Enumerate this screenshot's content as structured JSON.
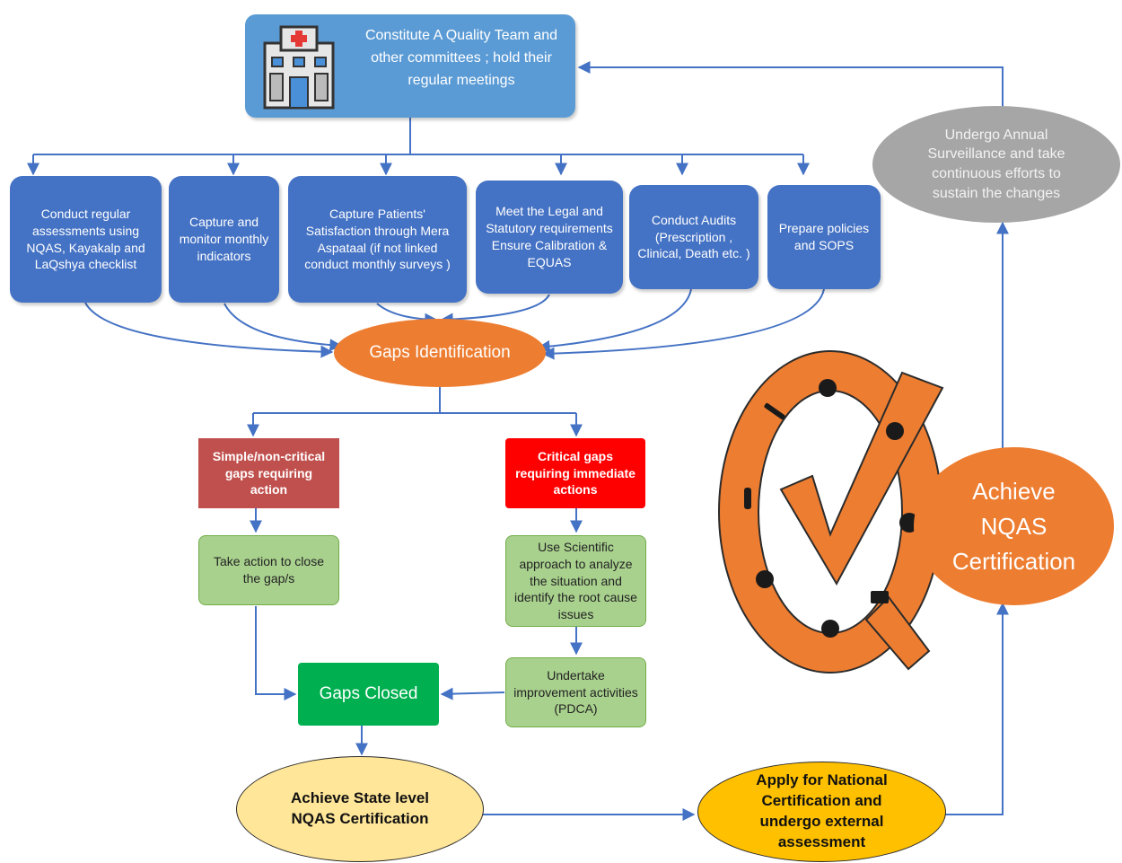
{
  "nodes": {
    "quality_team": "Constitute A Quality Team and other committees ; hold their regular meetings",
    "assessments": "Conduct regular assessments using NQAS, Kayakalp and LaQshya checklist",
    "indicators": "Capture and monitor monthly indicators",
    "patient_satisfaction": "Capture Patients' Satisfaction through Mera Aspataal (if not linked conduct monthly surveys )",
    "legal": "Meet the Legal and Statutory requirements Ensure Calibration & EQUAS",
    "audits": "Conduct Audits (Prescription , Clinical, Death etc. )",
    "policies": "Prepare policies and SOPS",
    "gaps_identification": "Gaps Identification",
    "simple_gaps": "Simple/non-critical gaps requiring action",
    "critical_gaps": "Critical gaps requiring immediate actions",
    "take_action": "Take action to close the gap/s",
    "scientific_approach": "Use Scientific approach to analyze the situation and identify the root cause issues",
    "improvement": "Undertake improvement activities (PDCA)",
    "gaps_closed": "Gaps Closed",
    "state_certification": "Achieve State level NQAS Certification",
    "national_certification": "Apply for National Certification and undergo external assessment",
    "surveillance": "Undergo Annual Surveillance and take continuous efforts to sustain the changes",
    "achieve_nqas": "Achieve NQAS Certification"
  },
  "icons": {
    "hospital": "hospital-icon",
    "nqas_logo": "q-checkmark-logo"
  },
  "colors": {
    "blue_box": "#4472c4",
    "top_box": "#5b9bd5",
    "orange": "#ed7d31",
    "red_brown": "#c0504d",
    "red": "#ff0000",
    "light_green": "#a9d18e",
    "green": "#00b050",
    "light_yellow": "#ffe699",
    "gold": "#ffc000",
    "gray": "#a6a6a6",
    "arrow": "#4472c4"
  }
}
